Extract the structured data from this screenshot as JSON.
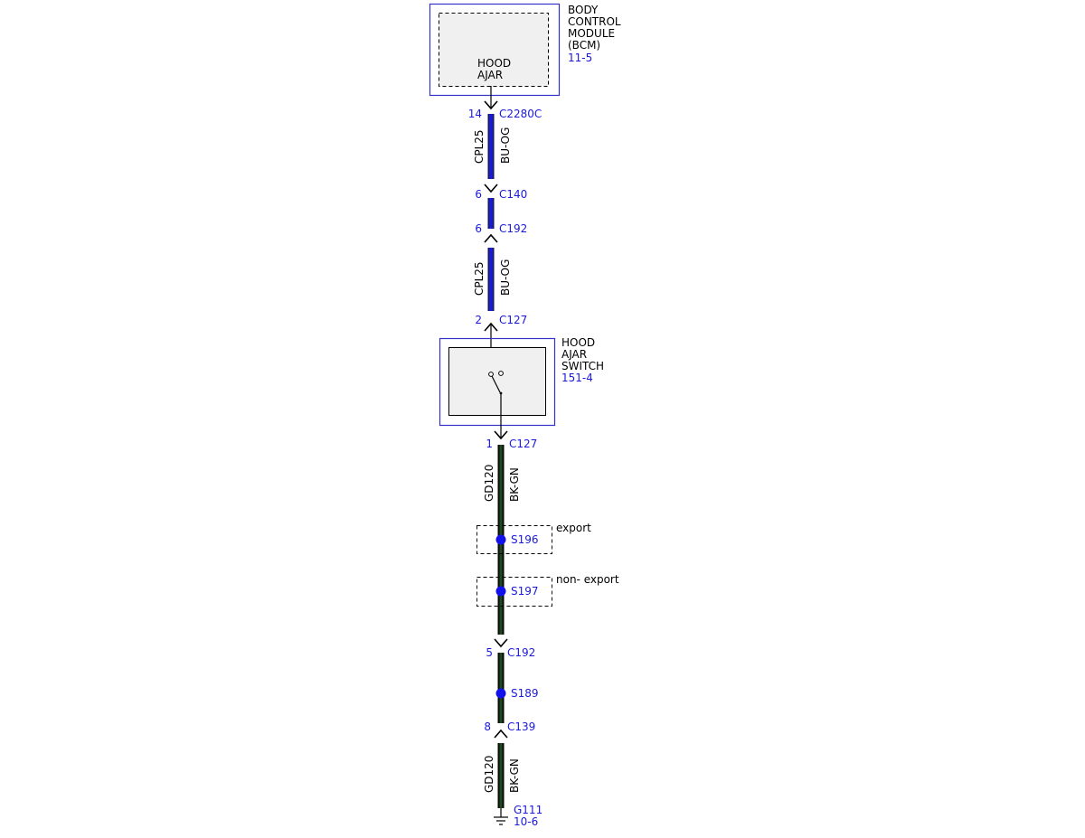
{
  "bcm": {
    "label_lines": [
      "BODY",
      "CONTROL",
      "MODULE",
      "(BCM)"
    ],
    "ref": "11-5",
    "pin_label_lines": [
      "HOOD",
      "AJAR"
    ]
  },
  "switch": {
    "label_lines": [
      "HOOD",
      "AJAR",
      "SWITCH"
    ],
    "ref": "151-4"
  },
  "wire_colors": {
    "bu": "#1a1adc",
    "og": "#1a1a40",
    "bk": "#0a0a0a",
    "gn": "#1f4a1f"
  },
  "label_colors": {
    "text": "#000000",
    "ref": "#1a1adc",
    "splice": "#1111ee"
  },
  "connectors": [
    {
      "id": "c2280c",
      "pin": "14",
      "name": "C2280C"
    },
    {
      "id": "c140",
      "pin": "6",
      "name": "C140"
    },
    {
      "id": "c192a",
      "pin": "6",
      "name": "C192"
    },
    {
      "id": "c127a",
      "pin": "2",
      "name": "C127"
    },
    {
      "id": "c127b",
      "pin": "1",
      "name": "C127"
    },
    {
      "id": "c192b",
      "pin": "5",
      "name": "C192"
    },
    {
      "id": "c139",
      "pin": "8",
      "name": "C139"
    }
  ],
  "circuits": [
    {
      "id": "w1",
      "circuit": "CPL25",
      "color": "BU-OG"
    },
    {
      "id": "w2",
      "circuit": "CPL25",
      "color": "BU-OG"
    },
    {
      "id": "w3",
      "circuit": "GD120",
      "color": "BK-GN"
    },
    {
      "id": "w4",
      "circuit": "GD120",
      "color": "BK-GN"
    }
  ],
  "splices": [
    {
      "id": "s196",
      "name": "S196",
      "option": "export"
    },
    {
      "id": "s197",
      "name": "S197",
      "option": "non- export"
    },
    {
      "id": "s189",
      "name": "S189",
      "option": ""
    }
  ],
  "ground": {
    "name": "G111",
    "ref": "10-6"
  }
}
